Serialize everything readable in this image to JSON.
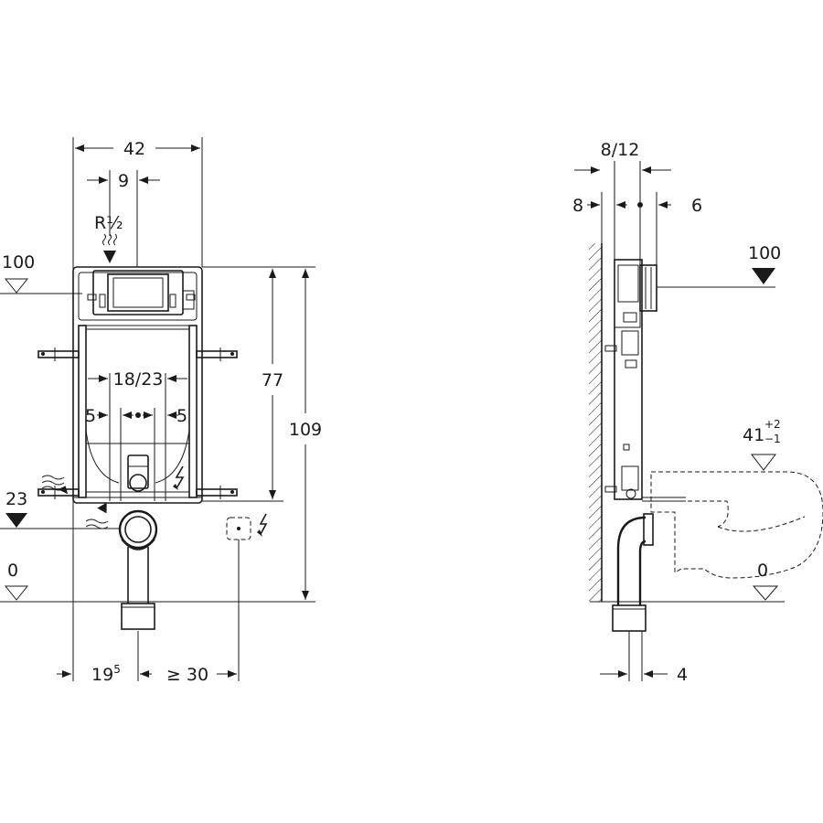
{
  "front_view": {
    "width_total": "42",
    "offset_water": "9",
    "water_connection": "R½",
    "level_top": "100",
    "level_mid": "23",
    "level_floor": "0",
    "spacing_center": "18/23",
    "spacing_left": "5",
    "spacing_right": "5",
    "height_inner": "77",
    "height_total": "109",
    "offset_bottom_left_base": "19",
    "offset_bottom_left_sup": "5",
    "offset_bottom_right": "≥ 30"
  },
  "side_view": {
    "depth_range": "8/12",
    "offset_left": "8",
    "offset_right": "6",
    "level_top": "100",
    "level_bowl_base": "41",
    "level_bowl_sup": "+2",
    "level_bowl_sub": "−1",
    "level_floor": "0",
    "bottom_offset": "4"
  }
}
